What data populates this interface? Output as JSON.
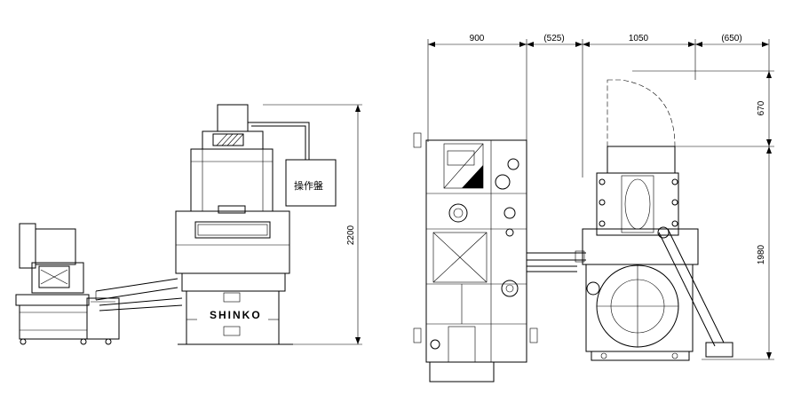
{
  "left_view": {
    "panel_label": "操作盤",
    "brand": "SHINKO",
    "height_dim": "2200"
  },
  "right_view": {
    "top_dims": [
      "900",
      "(525)",
      "1050",
      "(650)"
    ],
    "side_dims": [
      "670",
      "1980"
    ]
  }
}
